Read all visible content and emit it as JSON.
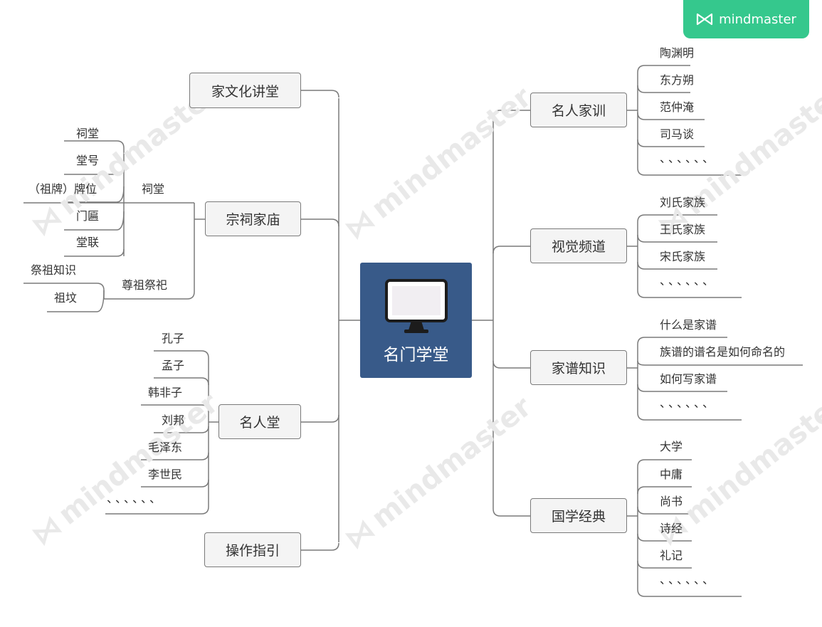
{
  "brand": {
    "label": "mindmaster",
    "icon": "mindmaster-logo-icon"
  },
  "watermark": "mindmaster",
  "center": {
    "title": "名门学堂",
    "icon": "monitor-icon"
  },
  "left": {
    "lecture": "家文化讲堂",
    "temple": {
      "label": "宗祠家庙",
      "ancestral_hall": {
        "label": "祠堂",
        "items": [
          "祠堂",
          "堂号",
          "（祖牌）牌位",
          "门匾",
          "堂联"
        ]
      },
      "worship": {
        "label": "尊祖祭祀",
        "items": [
          "祭祖知识",
          "祖坟"
        ]
      }
    },
    "famous": {
      "label": "名人堂",
      "items": [
        "孔子",
        "孟子",
        "韩非子",
        "刘邦",
        "毛泽东",
        "李世民",
        "、、、、、、"
      ]
    },
    "guide": "操作指引"
  },
  "right": {
    "mottos": {
      "label": "名人家训",
      "items": [
        "陶渊明",
        "东方朔",
        "范仲淹",
        "司马谈",
        "、、、、、、"
      ]
    },
    "video": {
      "label": "视觉频道",
      "items": [
        "刘氏家族",
        "王氏家族",
        "宋氏家族",
        "、、、、、、"
      ]
    },
    "genealogy": {
      "label": "家谱知识",
      "items": [
        "什么是家谱",
        "族谱的谱名是如何命名的",
        "如何写家谱",
        "、、、、、、"
      ]
    },
    "classics": {
      "label": "国学经典",
      "items": [
        "大学",
        "中庸",
        "尚书",
        "诗经",
        "礼记",
        "、、、、、、"
      ]
    }
  }
}
